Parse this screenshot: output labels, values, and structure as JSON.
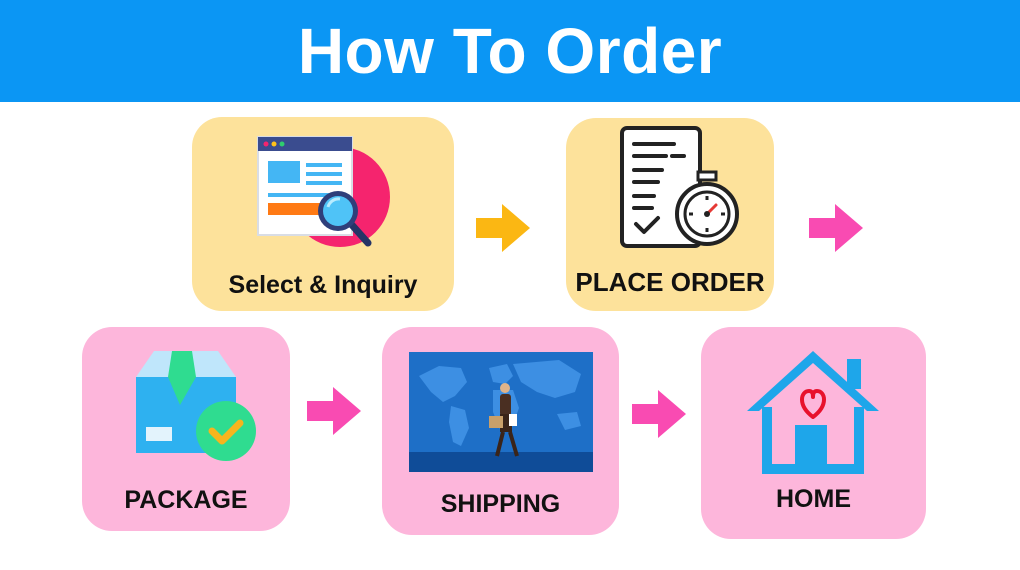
{
  "title": "How To Order",
  "steps": [
    {
      "label": "Select & Inquiry",
      "icon": "web-search-icon"
    },
    {
      "label": "PLACE ORDER",
      "icon": "order-form-stopwatch-icon"
    },
    {
      "label": "PACKAGE",
      "icon": "package-check-icon"
    },
    {
      "label": "SHIPPING",
      "icon": "world-map-courier-icon"
    },
    {
      "label": "HOME",
      "icon": "home-heart-icon"
    }
  ],
  "colors": {
    "banner": "#0b96f4",
    "card_yellow": "#fde29b",
    "card_pink": "#fdb6db",
    "arrow_yellow": "#fbb713",
    "arrow_pink": "#f94bb2"
  }
}
